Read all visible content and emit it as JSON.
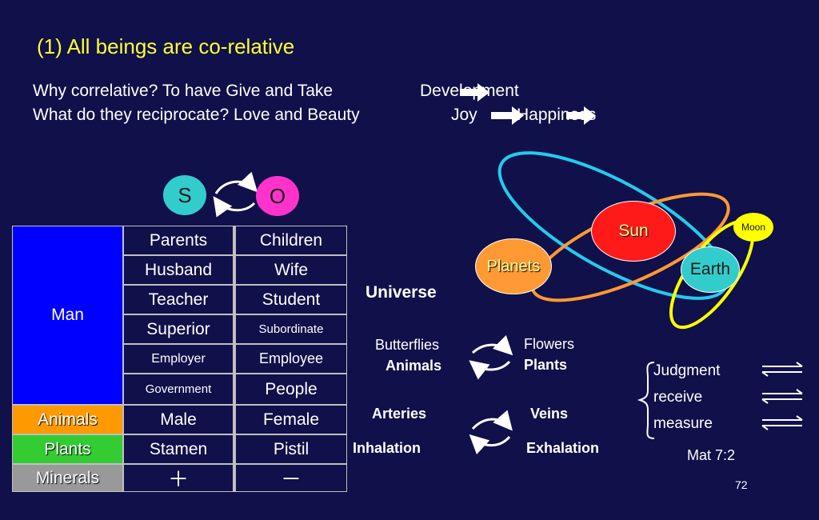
{
  "title": "(1) All beings are co-relative",
  "intro": {
    "q1": "Why correlative? To have Give and Take",
    "q1_result": "Development",
    "q2": "What do they reciprocate?  Love and Beauty",
    "q2_joy": "Joy",
    "q2_result": "Happiness"
  },
  "so": {
    "s": "S",
    "o": "O"
  },
  "table": {
    "man": "Man",
    "animals": "Animals",
    "plants": "Plants",
    "minerals": "Minerals",
    "rows": [
      {
        "subject": "Parents",
        "object": "Children"
      },
      {
        "subject": "Husband",
        "object": "Wife"
      },
      {
        "subject": "Teacher",
        "object": "Student"
      },
      {
        "subject": "Superior",
        "object": "Subordinate"
      },
      {
        "subject": "Employer",
        "object": "Employee"
      },
      {
        "subject": "Government",
        "object": "People"
      },
      {
        "subject": "Male",
        "object": "Female"
      },
      {
        "subject": "Stamen",
        "object": "Pistil"
      },
      {
        "subject": "＋",
        "object": "－"
      }
    ],
    "colors": {
      "man": "#0000ff",
      "animals": "#ff9900",
      "plants": "#33cc33",
      "minerals": "#999999"
    }
  },
  "universe": {
    "label": "Universe",
    "sun": "Sun",
    "planets": "Planets",
    "earth": "Earth",
    "moon": "Moon",
    "colors": {
      "sun": "#ff1a1a",
      "planets": "#ff9933",
      "earth": "#33cccc",
      "moon": "#ffff00"
    }
  },
  "pairs": {
    "butterflies": "Butterflies",
    "animals": "Animals",
    "flowers": "Flowers",
    "plants": "Plants",
    "arteries": "Arteries",
    "veins": "Veins",
    "inhalation": "Inhalation",
    "exhalation": "Exhalation"
  },
  "judgment": {
    "items": [
      "Judgment",
      "receive",
      "measure"
    ],
    "reference": "Mat 7:2"
  },
  "page_number": "72"
}
